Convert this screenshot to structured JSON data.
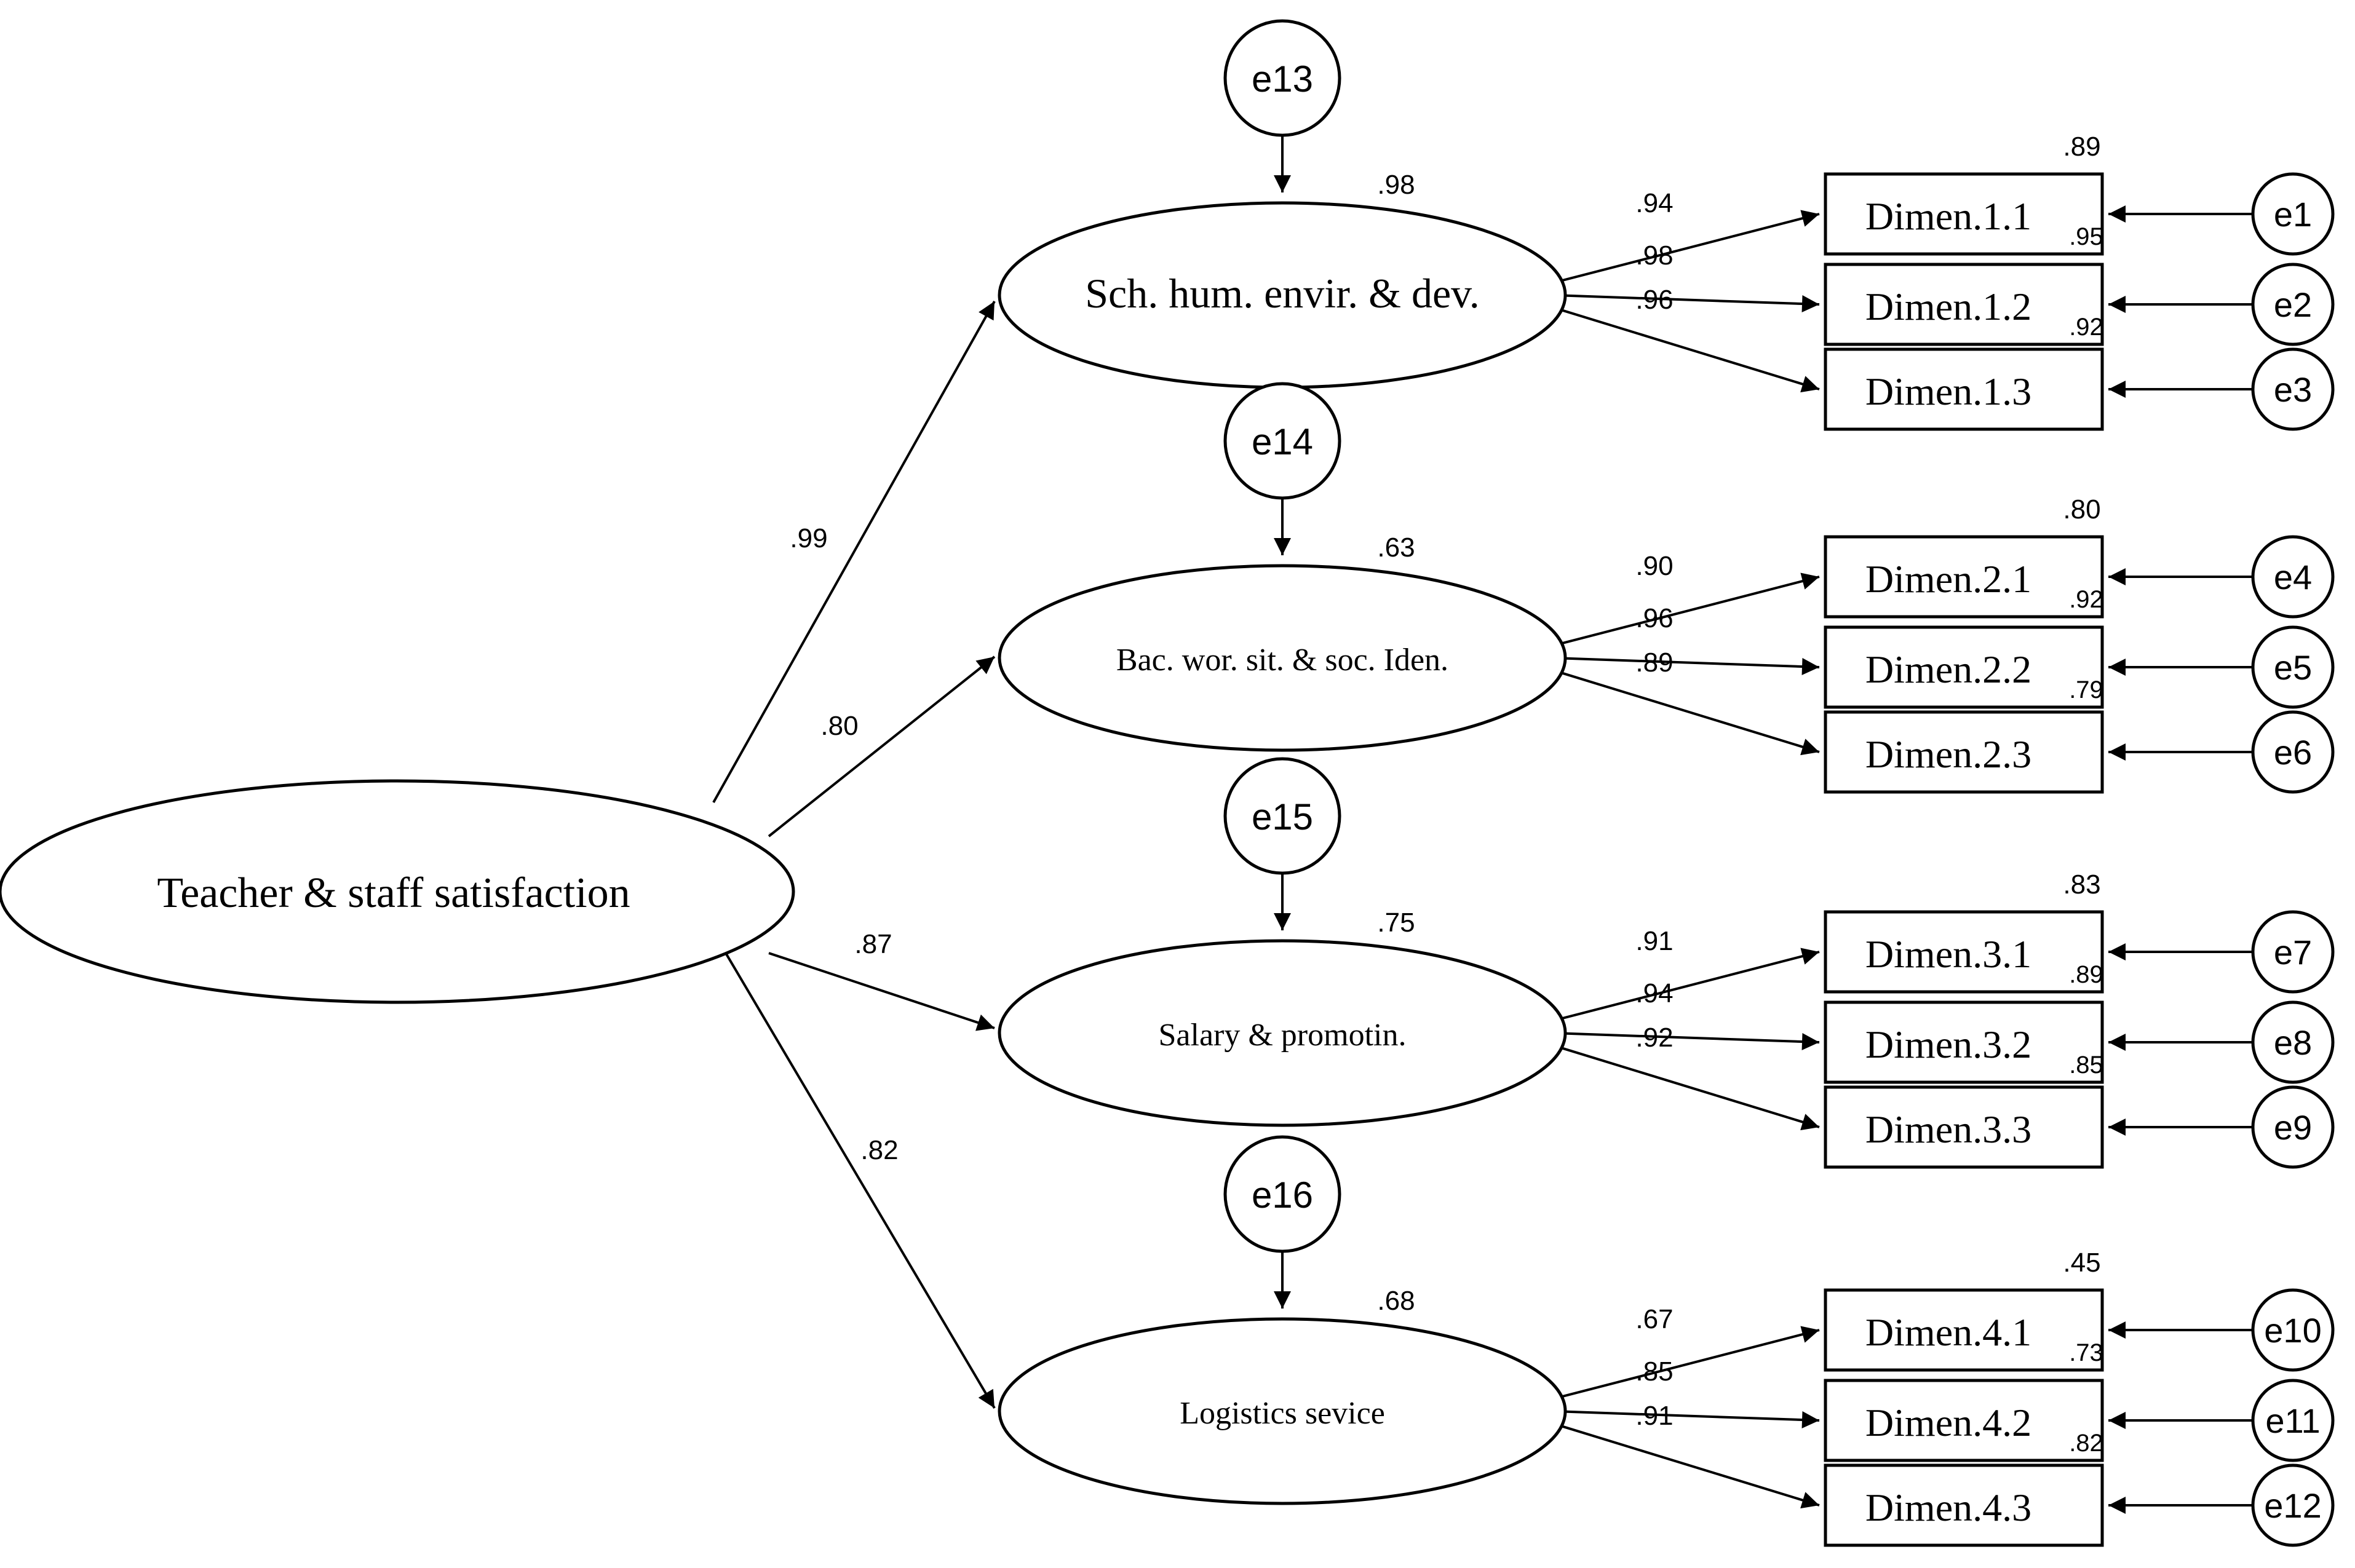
{
  "root_factor": {
    "label": "Teacher & staff satisfaction"
  },
  "factors": [
    {
      "label": "Sch. hum. envir. & dev.",
      "error": "e13",
      "r2": ".98",
      "loading": ".99",
      "indicators": [
        {
          "label": "Dimen.1.1",
          "error": "e1",
          "path": ".94",
          "r2": ".89"
        },
        {
          "label": "Dimen.1.2",
          "error": "e2",
          "path": ".98",
          "r2": ".95"
        },
        {
          "label": "Dimen.1.3",
          "error": "e3",
          "path": ".96",
          "r2": ".92"
        }
      ]
    },
    {
      "label": "Bac. wor. sit. & soc. Iden.",
      "error": "e14",
      "r2": ".63",
      "loading": ".80",
      "indicators": [
        {
          "label": "Dimen.2.1",
          "error": "e4",
          "path": ".90",
          "r2": ".80"
        },
        {
          "label": "Dimen.2.2",
          "error": "e5",
          "path": ".96",
          "r2": ".92"
        },
        {
          "label": "Dimen.2.3",
          "error": "e6",
          "path": ".89",
          "r2": ".79"
        }
      ]
    },
    {
      "label": "Salary & promotin.",
      "error": "e15",
      "r2": ".75",
      "loading": ".87",
      "indicators": [
        {
          "label": "Dimen.3.1",
          "error": "e7",
          "path": ".91",
          "r2": ".83"
        },
        {
          "label": "Dimen.3.2",
          "error": "e8",
          "path": ".94",
          "r2": ".89"
        },
        {
          "label": "Dimen.3.3",
          "error": "e9",
          "path": ".92",
          "r2": ".85"
        }
      ]
    },
    {
      "label": "Logistics sevice",
      "error": "e16",
      "r2": ".68",
      "loading": ".82",
      "indicators": [
        {
          "label": "Dimen.4.1",
          "error": "e10",
          "path": ".67",
          "r2": ".45"
        },
        {
          "label": "Dimen.4.2",
          "error": "e11",
          "path": ".85",
          "r2": ".73"
        },
        {
          "label": "Dimen.4.3",
          "error": "e12",
          "path": ".91",
          "r2": ".82"
        }
      ]
    }
  ]
}
